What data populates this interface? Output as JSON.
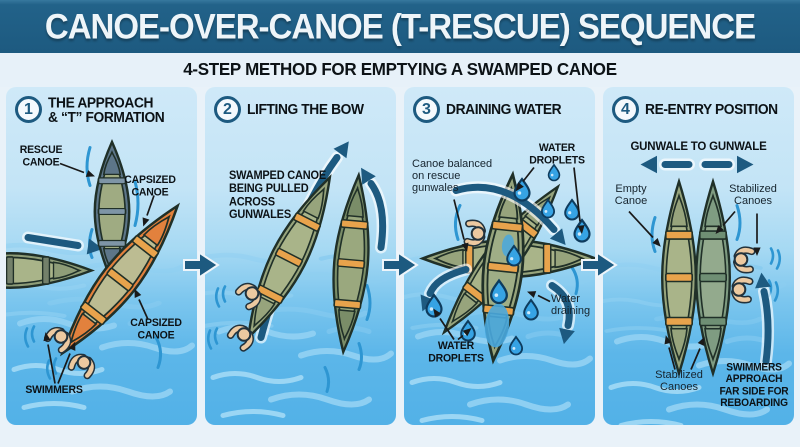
{
  "header": {
    "title": "CANOE-OVER-CANOE (T-RESCUE) SEQUENCE"
  },
  "subtitle": "4-STEP METHOD FOR EMPTYING A SWAMPED CANOE",
  "colors": {
    "header_bg": "#1d5a80",
    "arrow_navy": "#1d5a80",
    "panel_water": "#56b4e8",
    "canoe_olive": "#97a47c",
    "canoe_orange": "#e2813d",
    "canoe_steel": "#5d7689",
    "droplet_blue": "#36a3e4",
    "skin": "#ecc9a0"
  },
  "panels": [
    {
      "number": "1",
      "title": "THE APPROACH",
      "title2": "& “T” FORMATION",
      "labels": {
        "rescue_canoe": "RESCUE\nCANOE",
        "capsized_top": "CAPSIZED\nCANOE",
        "capsized_bottom": "CAPSIZED\nCANOE",
        "swimmers": "SWIMMERS"
      }
    },
    {
      "number": "2",
      "title": "LIFTING THE BOW",
      "labels": {
        "note": "SWAMPED CANOE\nBEING PULLED\nACROSS\nGUNWALES"
      }
    },
    {
      "number": "3",
      "title": "DRAINING WATER",
      "labels": {
        "droplets_top": "WATER\nDROPLETS",
        "balanced": "Canoe balanced\non rescue\ngunwales",
        "draining": "Water\ndraining",
        "droplets_bottom": "WATER\nDROPLETS"
      }
    },
    {
      "number": "4",
      "title": "RE-ENTRY POSITION",
      "labels": {
        "gunwale": "GUNWALE TO GUNWALE",
        "empty": "Empty\nCanoe",
        "stabilized_top": "Stabilized\nCanoes",
        "stabilized_bottom": "Stabilized\nCanoes",
        "reboarding": "SWIMMERS\nAPPROACH\nFAR SIDE FOR\nREBOARDING"
      }
    }
  ]
}
